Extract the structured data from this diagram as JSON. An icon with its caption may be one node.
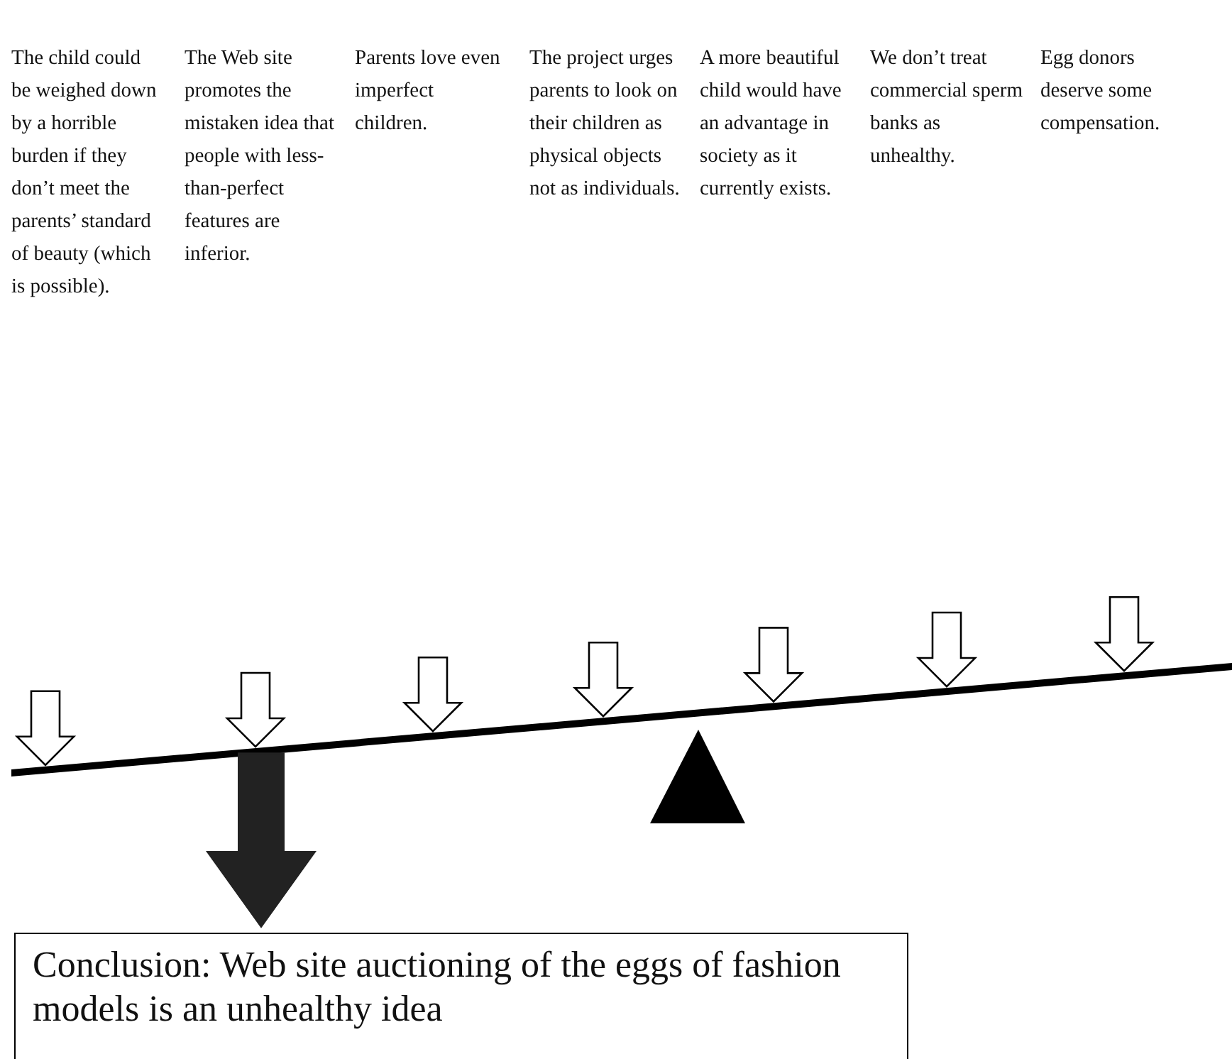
{
  "diagram": {
    "nodes": [
      {
        "text": [
          "The child could be weighed down by a horrible burden if they don’t meet the parents’ standard of beauty (which is possible)."
        ]
      },
      {
        "text": [
          "The Web site promotes the mistaken idea that people with less-than-perfect features are inferior."
        ]
      },
      {
        "text": [
          "Parents love even imperfect children."
        ]
      },
      {
        "text": [
          "The project urges parents to look on their children as physical objects not as individuals."
        ]
      },
      {
        "text": [
          "A more beautiful child would have an advantage in society as it currently exists."
        ]
      },
      {
        "text": [
          "We don’t treat commercial sperm banks as unhealthy."
        ]
      },
      {
        "text": [
          "Egg donors deserve some compensation."
        ]
      },
      {
        "text": [
          "Conclusion: Web site auctioning of the eggs of fashion models is an unhealthy idea"
        ]
      }
    ],
    "edges": [
      {
        "from": null,
        "to": 7,
        "arrow": "to",
        "style": "thick"
      }
    ]
  }
}
